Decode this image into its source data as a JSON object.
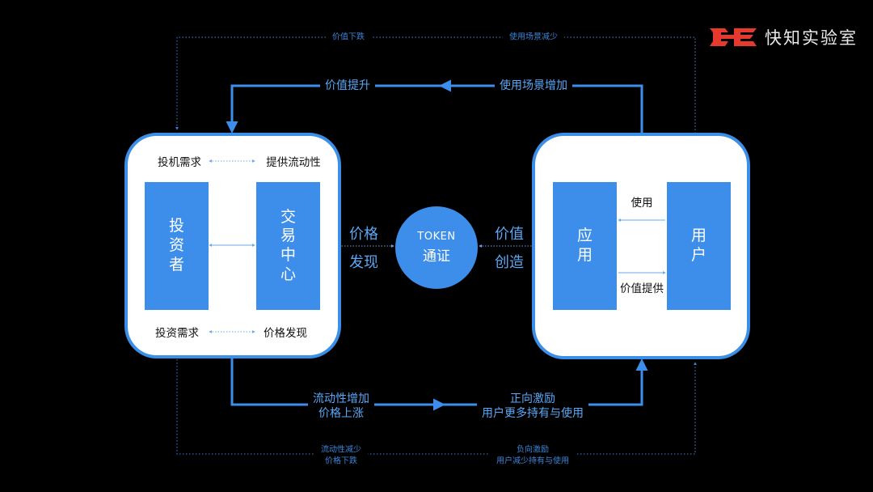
{
  "brand": {
    "name": "快知实验室",
    "logo_icon": "red-hexagon-logo",
    "logo_color": "#e8392e"
  },
  "colors": {
    "background": "#000000",
    "accent": "#3d8eea",
    "border": "#3a8fe8",
    "text_blue": "#5aa8f6",
    "dotted": "#3a84d8"
  },
  "top_loop": {
    "outer_dotted_left": "价值下跌",
    "outer_dotted_right": "使用场景减少",
    "inner_left": "价值提升",
    "inner_right": "使用场景增加"
  },
  "left_panel": {
    "top_left": "投机需求",
    "top_right": "提供流动性",
    "bar1": "投资者",
    "bar2": "交易中心",
    "bottom_left": "投资需求",
    "bottom_right": "价格发现"
  },
  "center": {
    "left_top": "价格",
    "left_bottom": "发现",
    "token_line1": "TOKEN",
    "token_line2": "通证",
    "right_top": "价值",
    "right_bottom": "创造"
  },
  "right_panel": {
    "bar1": "应用",
    "bar2": "用户",
    "top_label": "使用",
    "bottom_label": "价值提供"
  },
  "bottom_loop": {
    "inner_left_1": "流动性增加",
    "inner_left_2": "价格上涨",
    "inner_right_1": "正向激励",
    "inner_right_2": "用户更多持有与使用",
    "outer_left_1": "流动性减少",
    "outer_left_2": "价格下跌",
    "outer_right_1": "负向激励",
    "outer_right_2": "用户减少持有与使用"
  }
}
